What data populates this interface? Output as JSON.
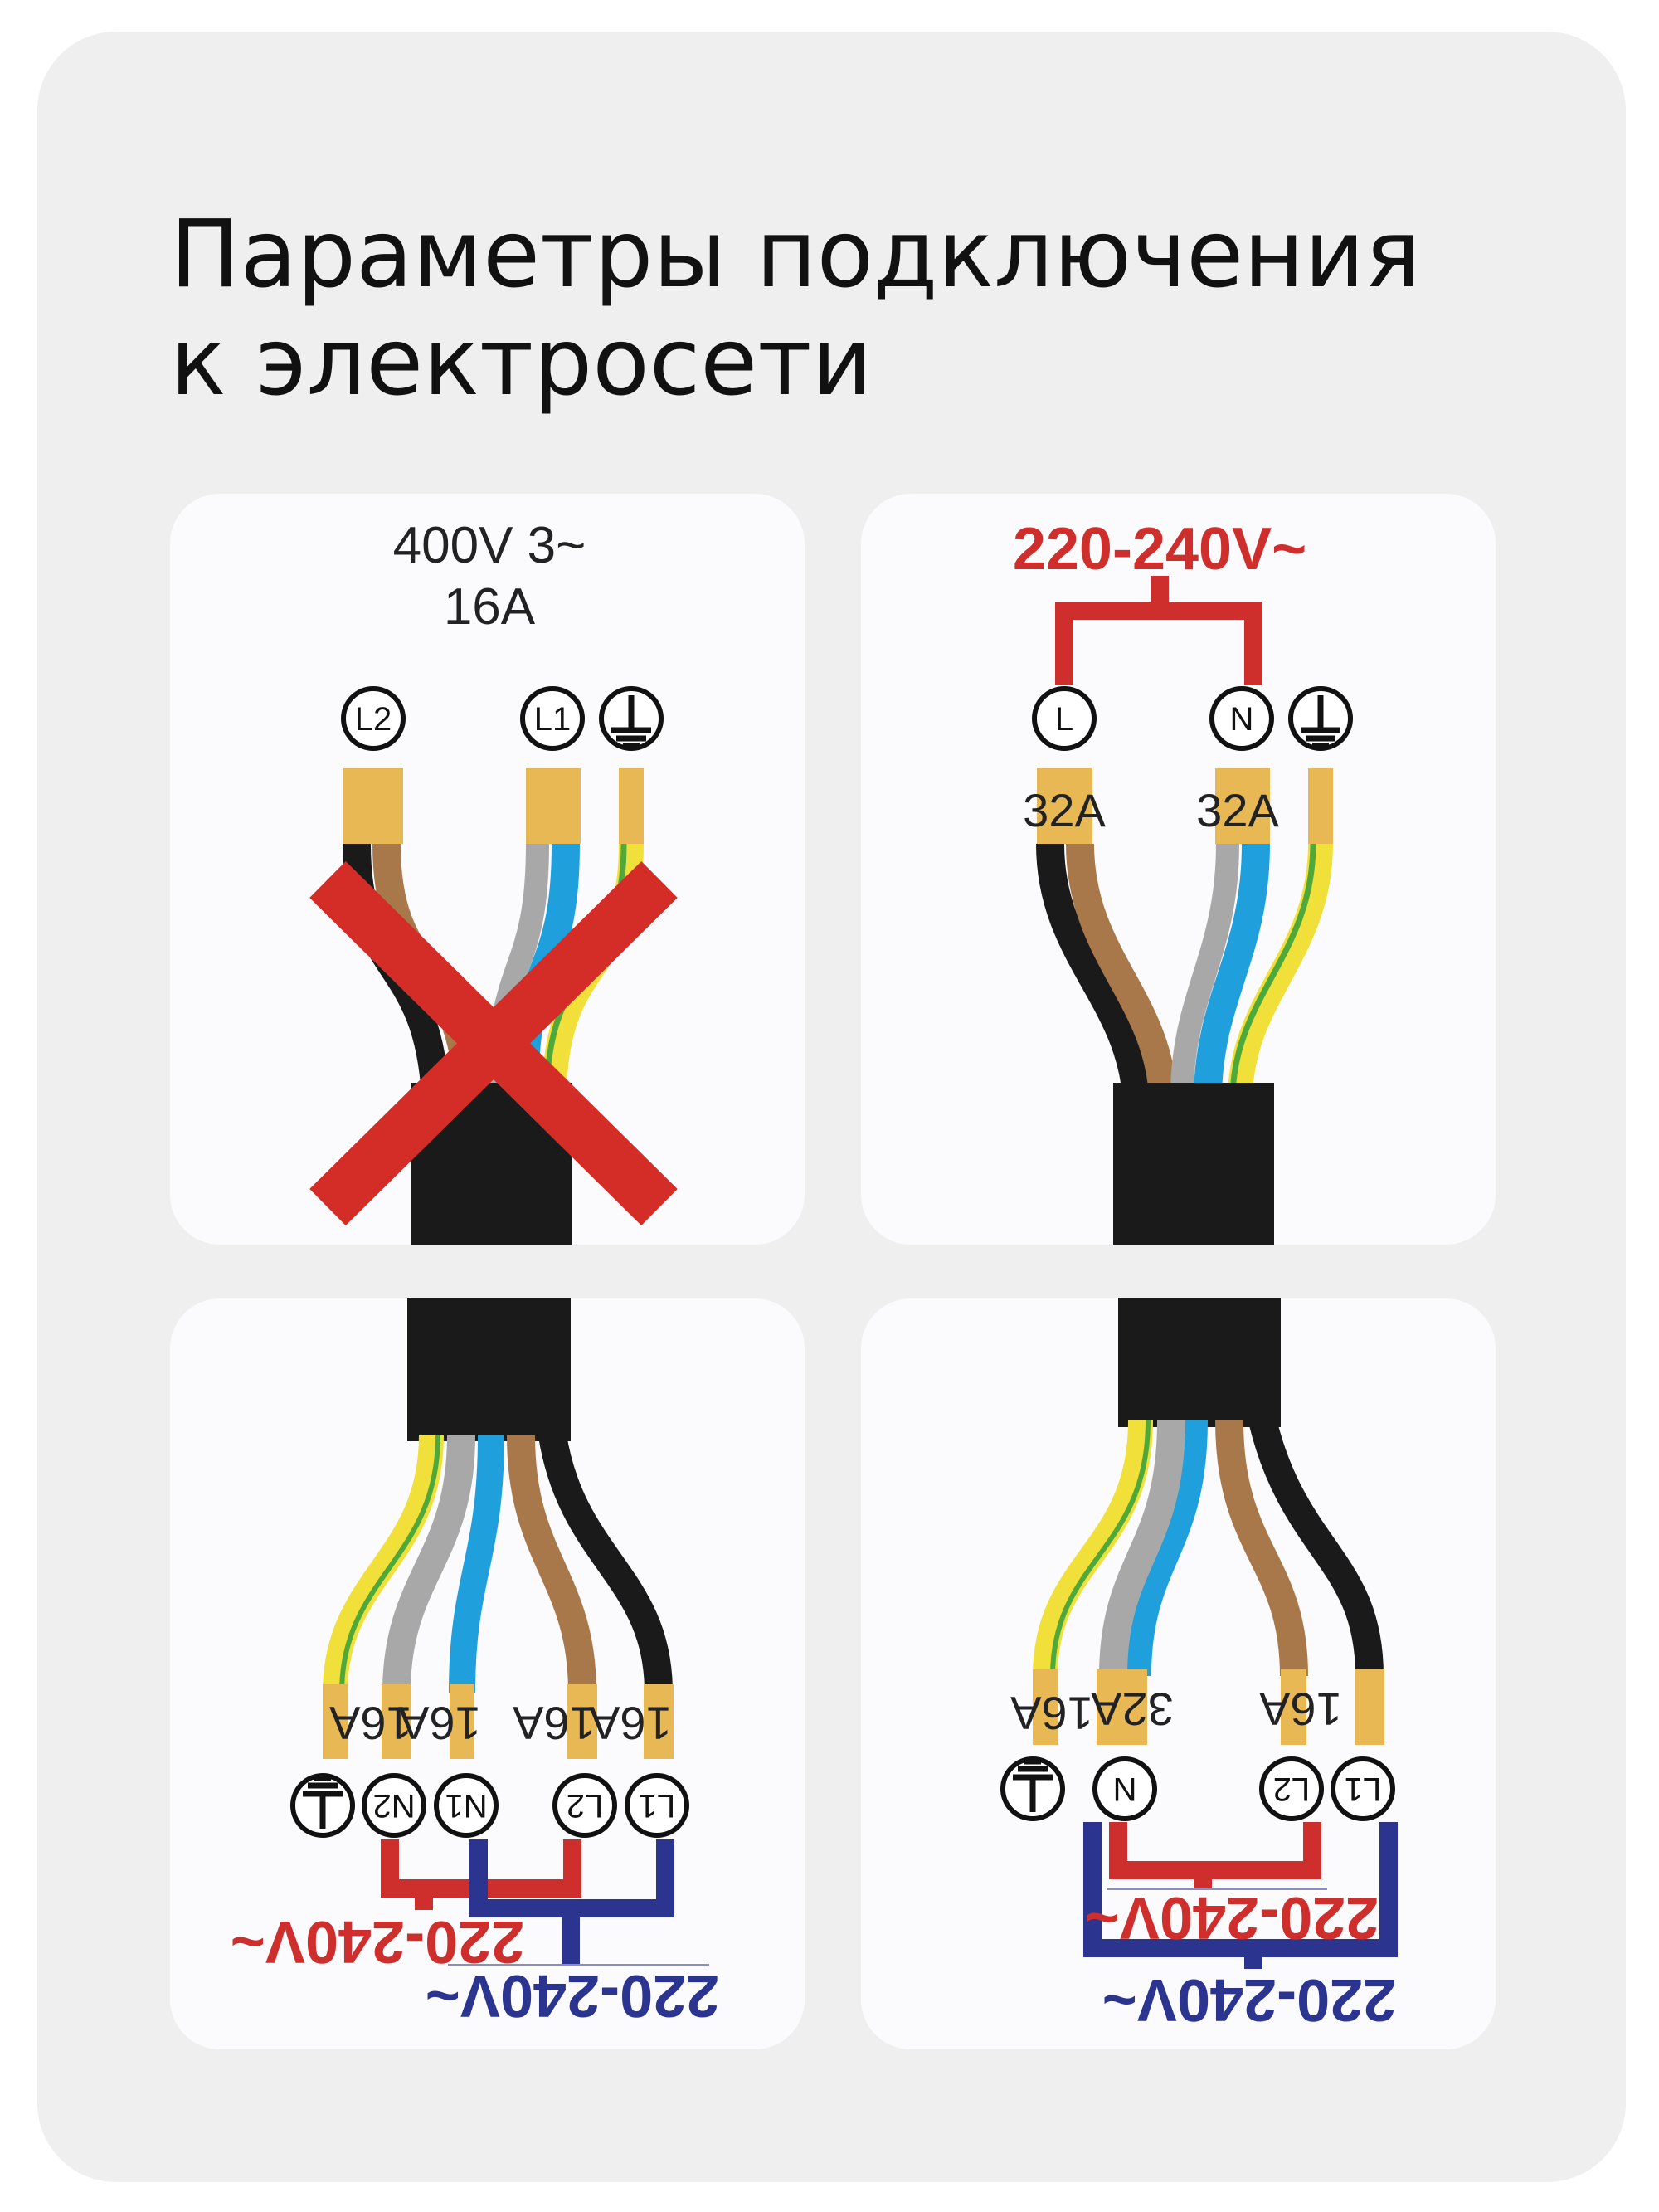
{
  "title": {
    "line1": "Параметры подключения",
    "line2": "к электросети"
  },
  "panels": {
    "three_phase": {
      "voltage": "400V 3~",
      "current": "16A",
      "terminals": [
        "L2",
        "L1",
        "earth"
      ],
      "status": "not-allowed"
    },
    "single_phase": {
      "voltage": "220-240V~",
      "terminals": [
        "L",
        "N",
        "earth"
      ],
      "currents": [
        "32A",
        "32A"
      ]
    },
    "two_phase_two_neutral": {
      "currents": [
        "16A",
        "16A",
        "16A",
        "16A"
      ],
      "terminals": [
        "earth",
        "N2",
        "N1",
        "L2",
        "L1"
      ],
      "voltage_red": "220-240V~",
      "voltage_blue": "220-240V~"
    },
    "two_phase_one_neutral": {
      "currents": [
        "16A",
        "32A",
        "16A"
      ],
      "terminals": [
        "earth",
        "N",
        "L2",
        "L1"
      ],
      "voltage_red": "220-240V~",
      "voltage_blue": "220-240V~"
    }
  },
  "colors": {
    "background": "#efefef",
    "panel": "#fbfbfd",
    "red_voltage": "#cf2f2c",
    "blue_voltage": "#2b3590",
    "cross": "#d42d27",
    "tip": "#e8b854",
    "wire_brown": "#a9784a",
    "wire_blue": "#1fa0dc",
    "wire_gray": "#a8a8a8",
    "wire_yellow": "#f2e03a",
    "wire_green": "#4fa93a",
    "wire_black": "#1a1a1a"
  }
}
